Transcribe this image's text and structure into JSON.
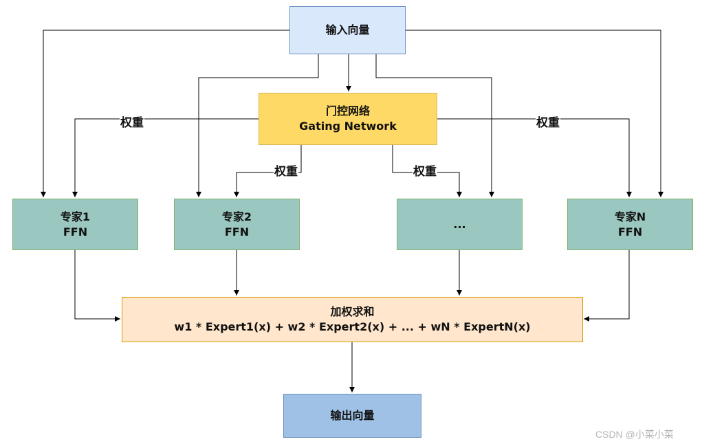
{
  "nodes": {
    "input": {
      "line1": "输入向量",
      "fill": "#dae8fc",
      "stroke": "#6c8ebf"
    },
    "gating": {
      "line1": "门控网络",
      "line2": "Gating Network",
      "fill": "#ffd966",
      "stroke": "#d6b656"
    },
    "expert1": {
      "line1": "专家1",
      "line2": "FFN",
      "fill": "#9ac7bf",
      "stroke": "#82b366"
    },
    "expert2": {
      "line1": "专家2",
      "line2": "FFN",
      "fill": "#9ac7bf",
      "stroke": "#82b366"
    },
    "expert_dots": {
      "line1": "...",
      "fill": "#9ac7bf",
      "stroke": "#82b366"
    },
    "expertN": {
      "line1": "专家N",
      "line2": "FFN",
      "fill": "#9ac7bf",
      "stroke": "#82b366"
    },
    "weighted_sum": {
      "line1": "加权求和",
      "line2": "w1 * Expert1(x) + w2 * Expert2(x) + ... + wN * ExpertN(x)",
      "fill": "#ffe6cc",
      "stroke": "#d79b00"
    },
    "output": {
      "line1": "输出向量",
      "fill": "#9fc1e6",
      "stroke": "#6c8ebf"
    }
  },
  "edge_labels": {
    "w_left": "权重",
    "w_mid_left": "权重",
    "w_mid_right": "权重",
    "w_right": "权重"
  },
  "watermark": "CSDN @小菜小菜"
}
